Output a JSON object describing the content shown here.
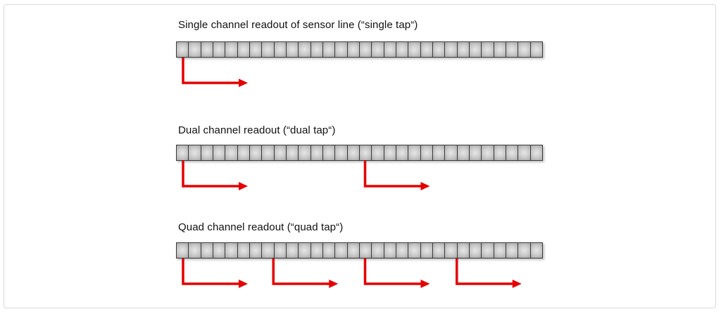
{
  "sections": [
    {
      "title": "Single channel readout of sensor line (“single tap“)",
      "taps": 1
    },
    {
      "title": "Dual channel readout (“dual tap“)",
      "taps": 2
    },
    {
      "title": "Quad channel readout (“quad tap“)",
      "taps": 4
    }
  ],
  "pixels_per_line": 30,
  "colors": {
    "arrow": "#e60000",
    "pixel_border": "#3a3a3a",
    "pixel_fill": "#cfcfcf"
  }
}
